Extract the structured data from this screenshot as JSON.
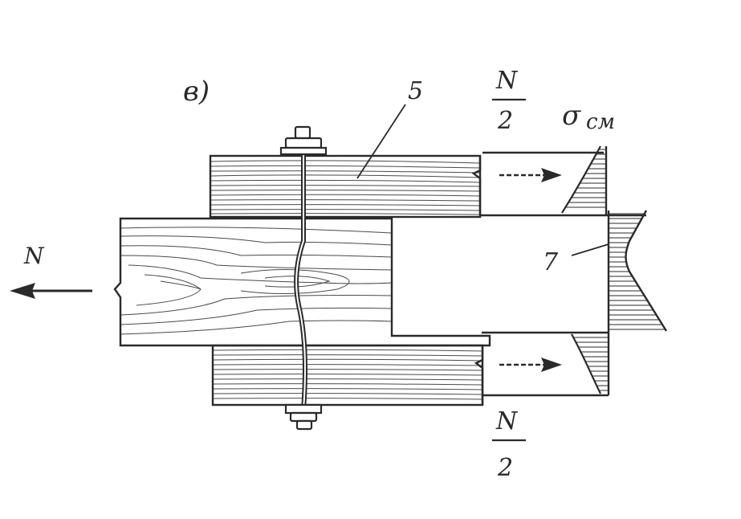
{
  "figure": {
    "panel_label": "в)",
    "force_main": "N",
    "force_half_top": {
      "numerator": "N",
      "denominator": "2"
    },
    "force_half_bottom": {
      "numerator": "N",
      "denominator": "2"
    },
    "stress_label": "σ",
    "stress_subscript": "см",
    "callout_5": "5",
    "callout_7": "7"
  },
  "colors": {
    "ink": "#2a2a2a",
    "paper": "#ffffff"
  }
}
